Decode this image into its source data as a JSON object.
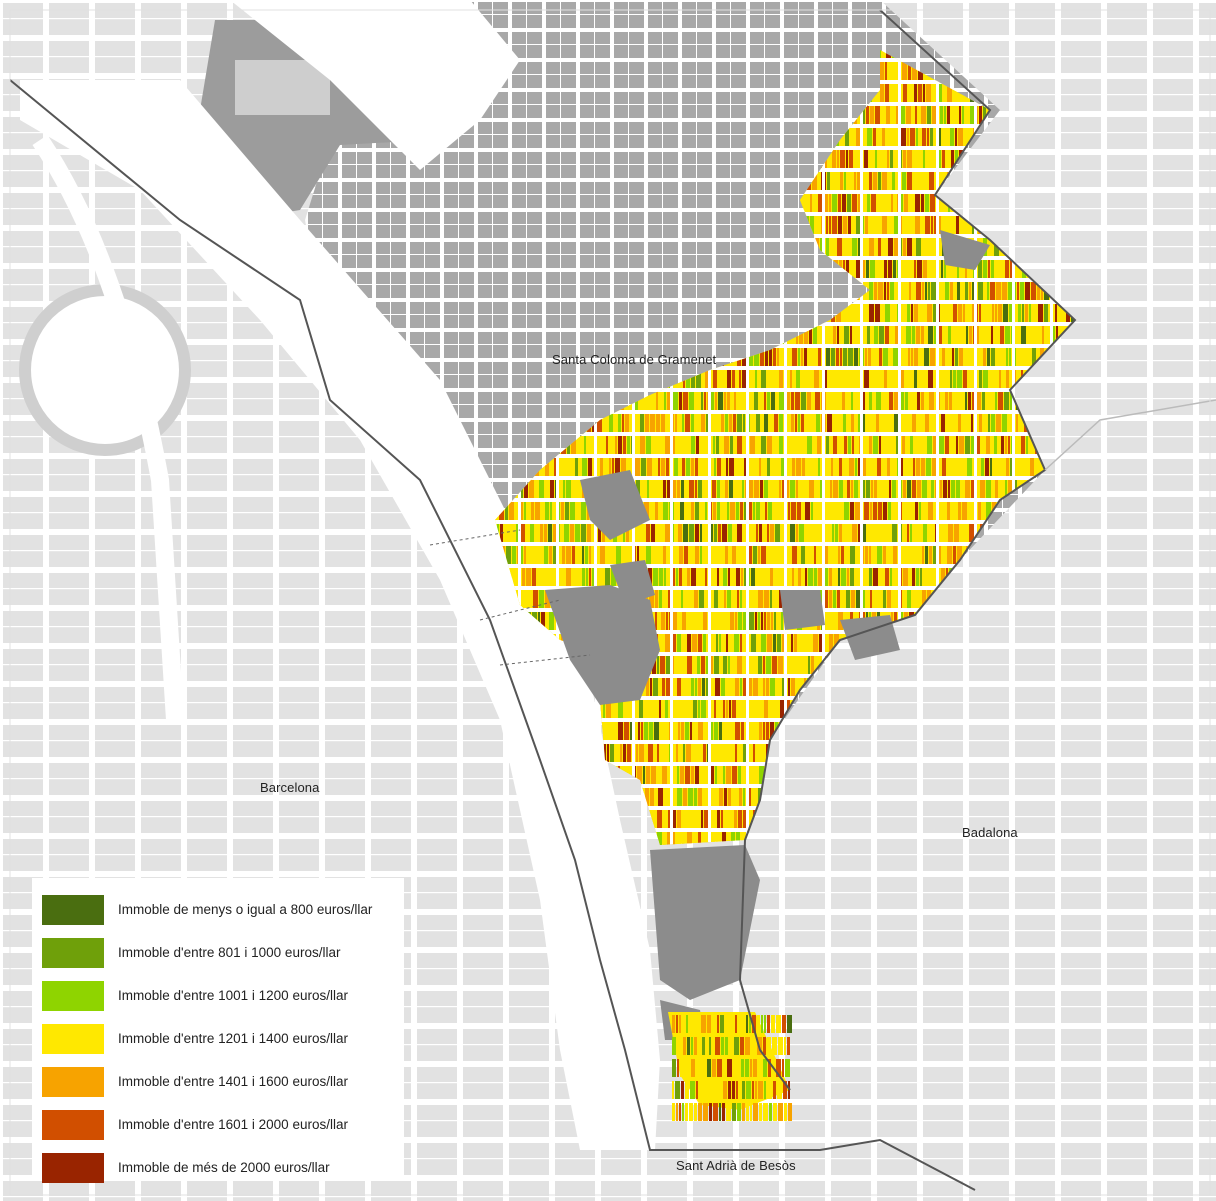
{
  "map": {
    "places": [
      {
        "id": "santa-coloma",
        "name": "Santa Coloma de Gramenet"
      },
      {
        "id": "barcelona",
        "name": "Barcelona"
      },
      {
        "id": "badalona",
        "name": "Badalona"
      },
      {
        "id": "sant-adria",
        "name": "Sant Adrià de Besòs"
      }
    ],
    "legend": {
      "items": [
        {
          "label": "Immoble de menys o igual a 800 euros/llar",
          "color": "#4a6e10"
        },
        {
          "label": "Immoble d'entre 801 i 1000 euros/llar",
          "color": "#6fa00a"
        },
        {
          "label": "Immoble d'entre 1001 i 1200 euros/llar",
          "color": "#8fd400"
        },
        {
          "label": "Immoble d'entre 1201 i 1400 euros/llar",
          "color": "#ffe800"
        },
        {
          "label": "Immoble d'entre 1401 i 1600 euros/llar",
          "color": "#f7a300"
        },
        {
          "label": "Immoble d'entre 1601 i 2000 euros/llar",
          "color": "#d14f00"
        },
        {
          "label": "Immoble de més de 2000 euros/llar",
          "color": "#992400"
        }
      ]
    },
    "colors": {
      "background_blocks": "#e6e6e6",
      "santa_coloma_blocks": "#a9a9a9",
      "large_plots": "#8c8c8c",
      "river": "#ffffff",
      "boundary": "#555555"
    }
  }
}
